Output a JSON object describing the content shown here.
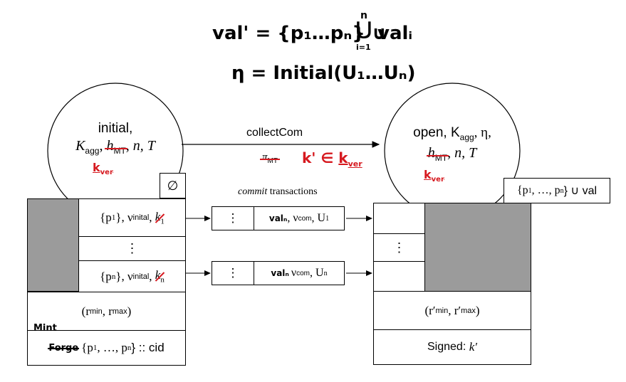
{
  "handwritten": {
    "line1_left": "val'",
    "line1_eq": "=",
    "line1_set": "{p₁…pₙ}",
    "line1_union": "∪",
    "line1_bigcup": "⋃",
    "line1_top": "n",
    "line1_bottom": "i=1",
    "line1_right": "valᵢ",
    "line2": "η = Initial(U₁…Uₙ)"
  },
  "left_circle": {
    "line1": "initial,",
    "k": "K",
    "k_sub": "agg",
    "h": "h",
    "h_sub": "MT",
    "rest": ", n, T",
    "correction": "k",
    "correction_sub": "ver"
  },
  "right_circle": {
    "line1": "open, K",
    "k_sub": "agg",
    "eta": ", η,",
    "h": "h",
    "h_sub": "MT",
    "rest": ", n, T",
    "correction": "k",
    "correction_sub": "ver"
  },
  "arrow_top": {
    "label": "collectCom",
    "struck": "π",
    "struck_sub": "MT",
    "replacement": "k' ∈ ",
    "replacement_k": "k",
    "replacement_sub": "ver"
  },
  "empty_set": "∅",
  "commit_label": {
    "italic": "commit",
    "rest": " transactions"
  },
  "left_block": {
    "row1": {
      "p": "{p",
      "p_sub": "1",
      "p_close": "}, ν",
      "nu_sub": "inital",
      "k": "k",
      "k_sub": "1"
    },
    "row_ellipsis": "⋮",
    "row3": {
      "p": "{p",
      "p_sub": "n",
      "p_close": "}, ν",
      "nu_sub": "inital",
      "k": "k",
      "k_sub": "n"
    },
    "range": {
      "open": "(r",
      "min_sub": "min",
      "comma": ", r",
      "max_sub": "max",
      "close": ")"
    },
    "bottom": {
      "struck": "Forge",
      "handwritten": "Mint",
      "text": "{p",
      "sub1": "1",
      "mid": ", …, p",
      "subn": "n",
      "tail": "} :: cid"
    }
  },
  "tx1": {
    "dots": "⋮",
    "hand": "valₙ",
    "nu": ", ν",
    "nu_sub": "com",
    "u": ", U",
    "u_sub": "1"
  },
  "tx2": {
    "dots": "⋮",
    "hand": "valₙ",
    "nu": "ν",
    "nu_sub": "com",
    "u": ", U",
    "u_sub": "n"
  },
  "right_block": {
    "set_box": {
      "text": "{p",
      "sub1": "1",
      "mid": ", …, p",
      "subn": "n",
      "tail": "} ∪ val"
    },
    "row_ellipsis": "⋮",
    "range": {
      "open": "(r′",
      "min_sub": "min",
      "comma": ", r′",
      "max_sub": "max",
      "close": ")"
    },
    "signed": "Signed: ",
    "signed_val": "k′"
  },
  "colors": {
    "grey": "#9b9b9b",
    "red": "#d6191f"
  }
}
